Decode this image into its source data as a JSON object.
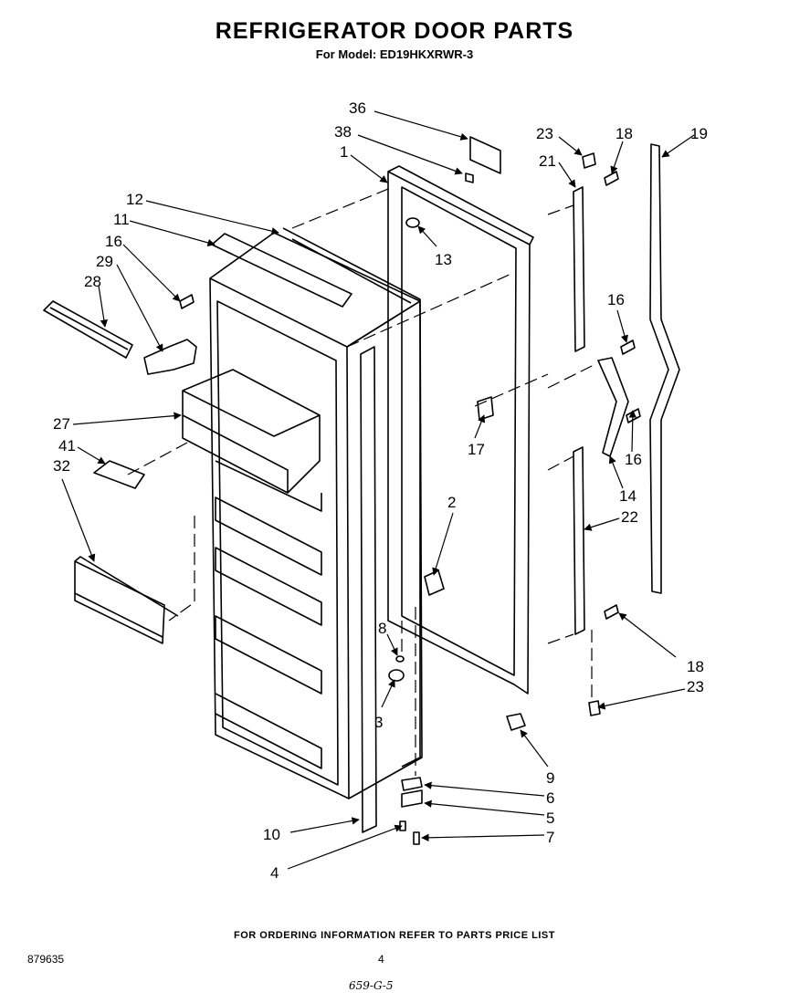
{
  "header": {
    "title": "REFRIGERATOR DOOR PARTS",
    "model": "For Model: ED19HKXRWR-3"
  },
  "callouts": {
    "c36": "36",
    "c38": "38",
    "c1": "1",
    "c12": "12",
    "c11": "11",
    "c16a": "16",
    "c29": "29",
    "c28": "28",
    "c13": "13",
    "c23a": "23",
    "c18a": "18",
    "c19": "19",
    "c21": "21",
    "c16b": "16",
    "c16c": "16",
    "c17": "17",
    "c14": "14",
    "c22": "22",
    "c27": "27",
    "c41": "41",
    "c32": "32",
    "c2": "2",
    "c8": "8",
    "c3": "3",
    "c18b": "18",
    "c23b": "23",
    "c9": "9",
    "c6": "6",
    "c5": "5",
    "c7": "7",
    "c10": "10",
    "c4": "4"
  },
  "footer": {
    "note": "FOR ORDERING INFORMATION REFER TO PARTS PRICE LIST",
    "doc_number": "879635",
    "page": "4",
    "handwritten": "659-G-5"
  }
}
